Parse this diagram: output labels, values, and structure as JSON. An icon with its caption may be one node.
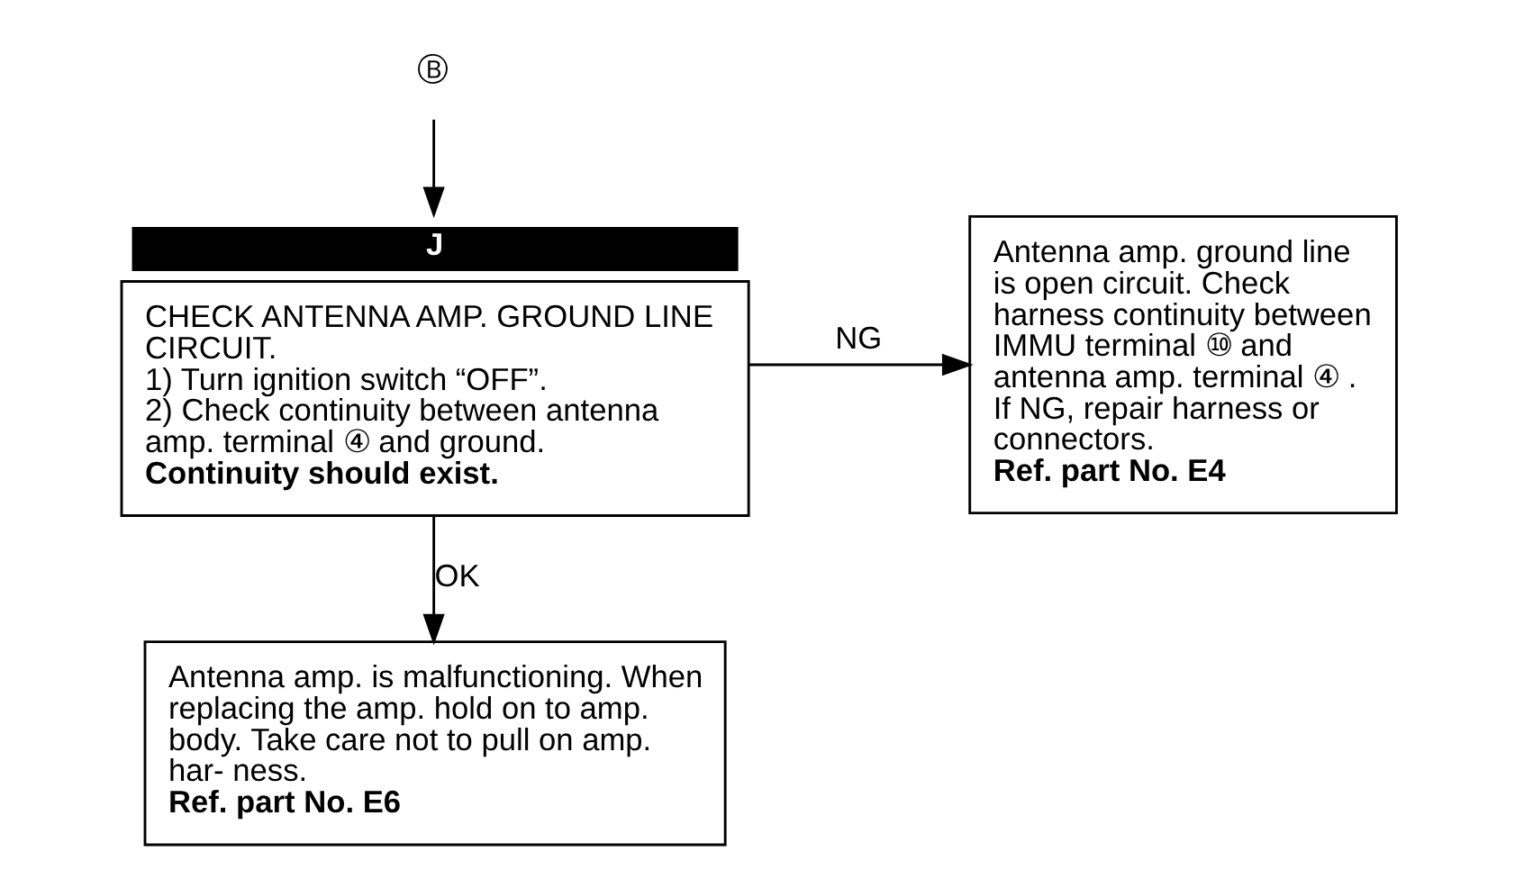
{
  "diagram": {
    "nodes": [
      {
        "text": [
          "Ⓑ"
        ]
      },
      {
        "text": [
          "CHECK ANTENNA AMP. GROUND LINE CIRCUIT.",
          "1) Turn ignition switch “OFF”.",
          "2) Check continuity between antenna amp. terminal ④ and ground.",
          "Continuity should exist."
        ],
        "beside": [
          "J"
        ]
      },
      {
        "text": [
          "Antenna amp. ground line is open circuit. Check harness continuity between IMMU terminal ⑩ and antenna amp. terminal ④ .",
          "If NG, repair harness or connectors.",
          "Ref. part No. E4"
        ]
      },
      {
        "text": [
          "Antenna amp. is malfunctioning. When replacing the amp. hold on to amp. body. Take care not to pull on amp. har- ness.",
          "Ref. part No. E6"
        ]
      }
    ],
    "edges": [
      {
        "from": 0,
        "to": 1,
        "arrow": "to"
      },
      {
        "from": 1,
        "to": 2,
        "arrow": "to",
        "label": "NG"
      },
      {
        "from": 1,
        "to": 3,
        "arrow": "to",
        "label": "OK"
      }
    ]
  }
}
